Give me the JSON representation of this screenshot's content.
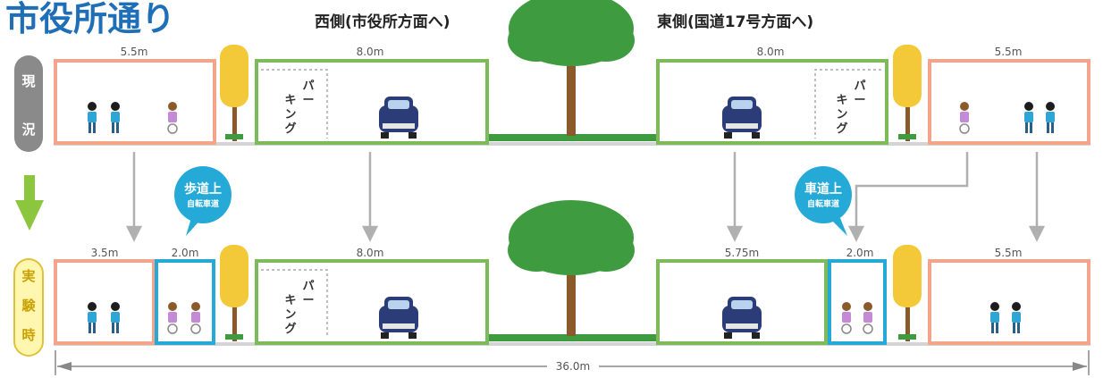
{
  "title": "市役所通り",
  "west_label": "西側(市役所方面へ)",
  "east_label": "東側(国道17号方面へ)",
  "rows": {
    "current": {
      "badge": [
        "現",
        "況"
      ],
      "widths": [
        "5.5m",
        "8.0m",
        "8.0m",
        "5.5m"
      ]
    },
    "experiment": {
      "badge": [
        "実",
        "験",
        "時"
      ],
      "widths": [
        "3.5m",
        "2.0m",
        "8.0m",
        "5.75m",
        "2.0m",
        "5.5m"
      ]
    }
  },
  "parking": {
    "chars": [
      "パ",
      "ー",
      "キ",
      "ン",
      "グ"
    ]
  },
  "bubbles": {
    "west": {
      "line1": "歩道上",
      "line2": "自転車道"
    },
    "east": {
      "line1": "車道上",
      "line2": "自転車道"
    }
  },
  "total_width": "36.0m",
  "colors": {
    "sidewalk": "#f2a58a",
    "roadway": "#7cba5a",
    "bike_lane": "#25a9d6",
    "title": "#1f6fb8",
    "down_arrow": "#8cc63f",
    "tree_leaf": "#3f9b3f",
    "roadside_tree": "#f3c93a",
    "car": "#2b3c78"
  }
}
